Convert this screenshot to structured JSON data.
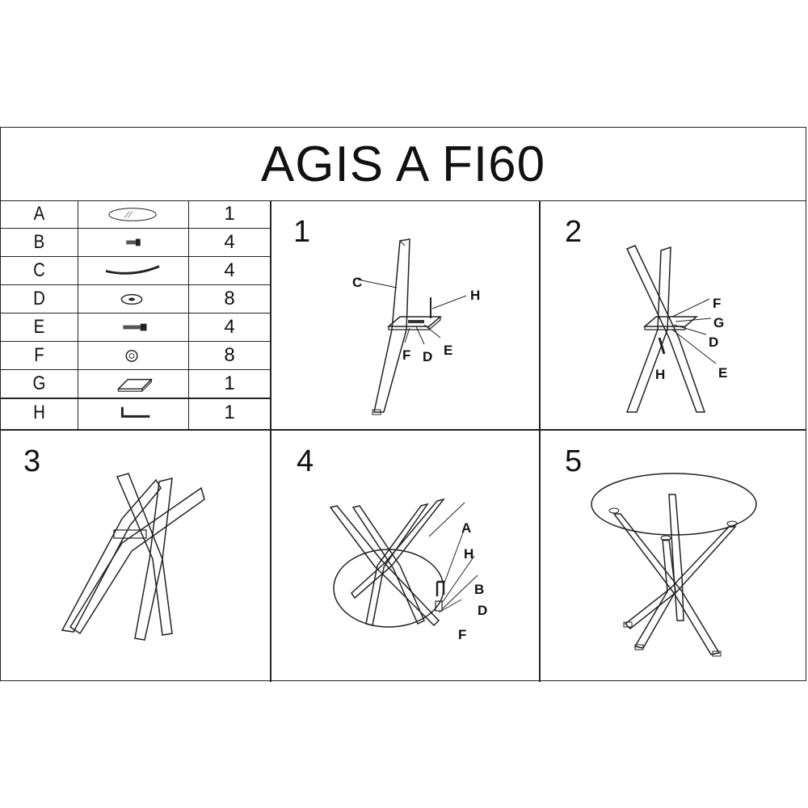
{
  "title": "AGIS A FI60",
  "parts": [
    {
      "letter": "A",
      "icon": "glass-top-icon",
      "qty": "1"
    },
    {
      "letter": "B",
      "icon": "short-bolt-icon",
      "qty": "4"
    },
    {
      "letter": "C",
      "icon": "curved-leg-icon",
      "qty": "4"
    },
    {
      "letter": "D",
      "icon": "washer-icon",
      "qty": "8"
    },
    {
      "letter": "E",
      "icon": "long-bolt-icon",
      "qty": "4"
    },
    {
      "letter": "F",
      "icon": "spring-washer-icon",
      "qty": "8"
    },
    {
      "letter": "G",
      "icon": "bracket-plate-icon",
      "qty": "1"
    },
    {
      "letter": "H",
      "icon": "allen-key-icon",
      "qty": "1"
    }
  ],
  "steps": [
    {
      "number": "1",
      "callouts": [
        "C",
        "H",
        "F",
        "D",
        "E"
      ]
    },
    {
      "number": "2",
      "callouts": [
        "F",
        "G",
        "D",
        "H",
        "E"
      ]
    },
    {
      "number": "3",
      "callouts": []
    },
    {
      "number": "4",
      "callouts": [
        "A",
        "H",
        "B",
        "D",
        "F"
      ]
    },
    {
      "number": "5",
      "callouts": []
    }
  ]
}
